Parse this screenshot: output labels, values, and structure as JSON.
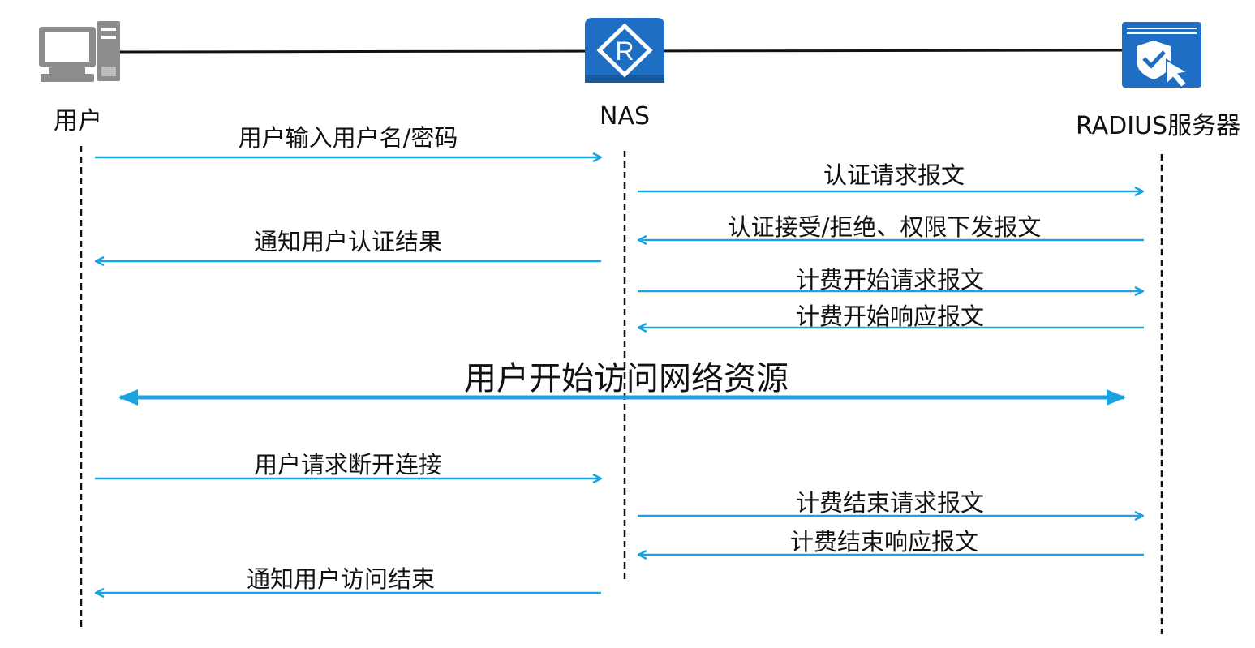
{
  "nodes": {
    "user": "用户",
    "nas": "NAS",
    "radius": "RADIUS服务器"
  },
  "nas_logo_letter": "R",
  "icons": {
    "user": "desktop-computer-icon",
    "nas": "router-icon",
    "radius": "security-server-icon"
  },
  "colors": {
    "arrow": "#1aa3e0",
    "router_bg": "#1e6fc3",
    "server_bg": "#1e6fc3",
    "computer": "#8c8c8c",
    "link_line": "#111111"
  },
  "messages": {
    "m1": "用户输入用户名/密码",
    "m2": "认证请求报文",
    "m3": "认证接受/拒绝、权限下发报文",
    "m4": "通知用户认证结果",
    "m5": "计费开始请求报文",
    "m6": "计费开始响应报文",
    "m7": "用户开始访问网络资源",
    "m8": "用户请求断开连接",
    "m9": "计费结束请求报文",
    "m10": "计费结束响应报文",
    "m11": "通知用户访问结束"
  }
}
